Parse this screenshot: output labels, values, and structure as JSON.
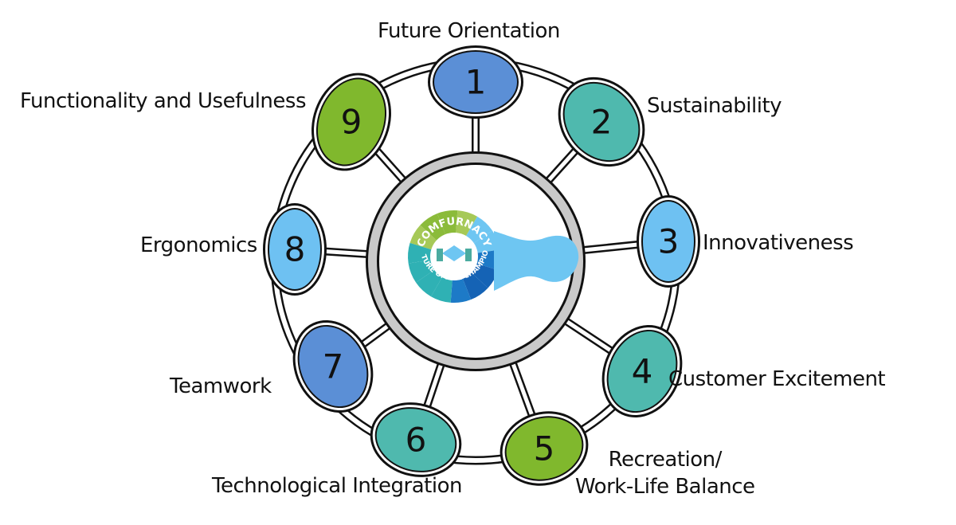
{
  "diagram": {
    "center": {
      "logo_name": "COMFURNACY",
      "logo_tagline": "FUTURE OFFICE CHAMPION",
      "logo_colors": {
        "green": "#8bbb3a",
        "light_green": "#a6c957",
        "teal": "#2fb1b4",
        "light_blue": "#6ec6f2",
        "blue": "#1d7ac7",
        "dark_blue": "#1563b5"
      }
    },
    "nodes": [
      {
        "number": "1",
        "label": "Future Orientation",
        "color": "#5b8fd6"
      },
      {
        "number": "2",
        "label": "Sustainability",
        "color": "#4fb9ae"
      },
      {
        "number": "3",
        "label": "Innovativeness",
        "color": "#6ec1f2"
      },
      {
        "number": "4",
        "label": "Customer Excitement",
        "color": "#4fb9ae"
      },
      {
        "number": "5",
        "label_line1": "Recreation/",
        "label_line2": "Work-Life Balance",
        "color": "#80b82d"
      },
      {
        "number": "6",
        "label": "Technological Integration",
        "color": "#4fb9ae"
      },
      {
        "number": "7",
        "label": "Teamwork",
        "color": "#5b8fd6"
      },
      {
        "number": "8",
        "label": "Ergonomics",
        "color": "#6ec1f2"
      },
      {
        "number": "9",
        "label": "Functionality and Usefulness",
        "color": "#80b82d"
      }
    ]
  }
}
